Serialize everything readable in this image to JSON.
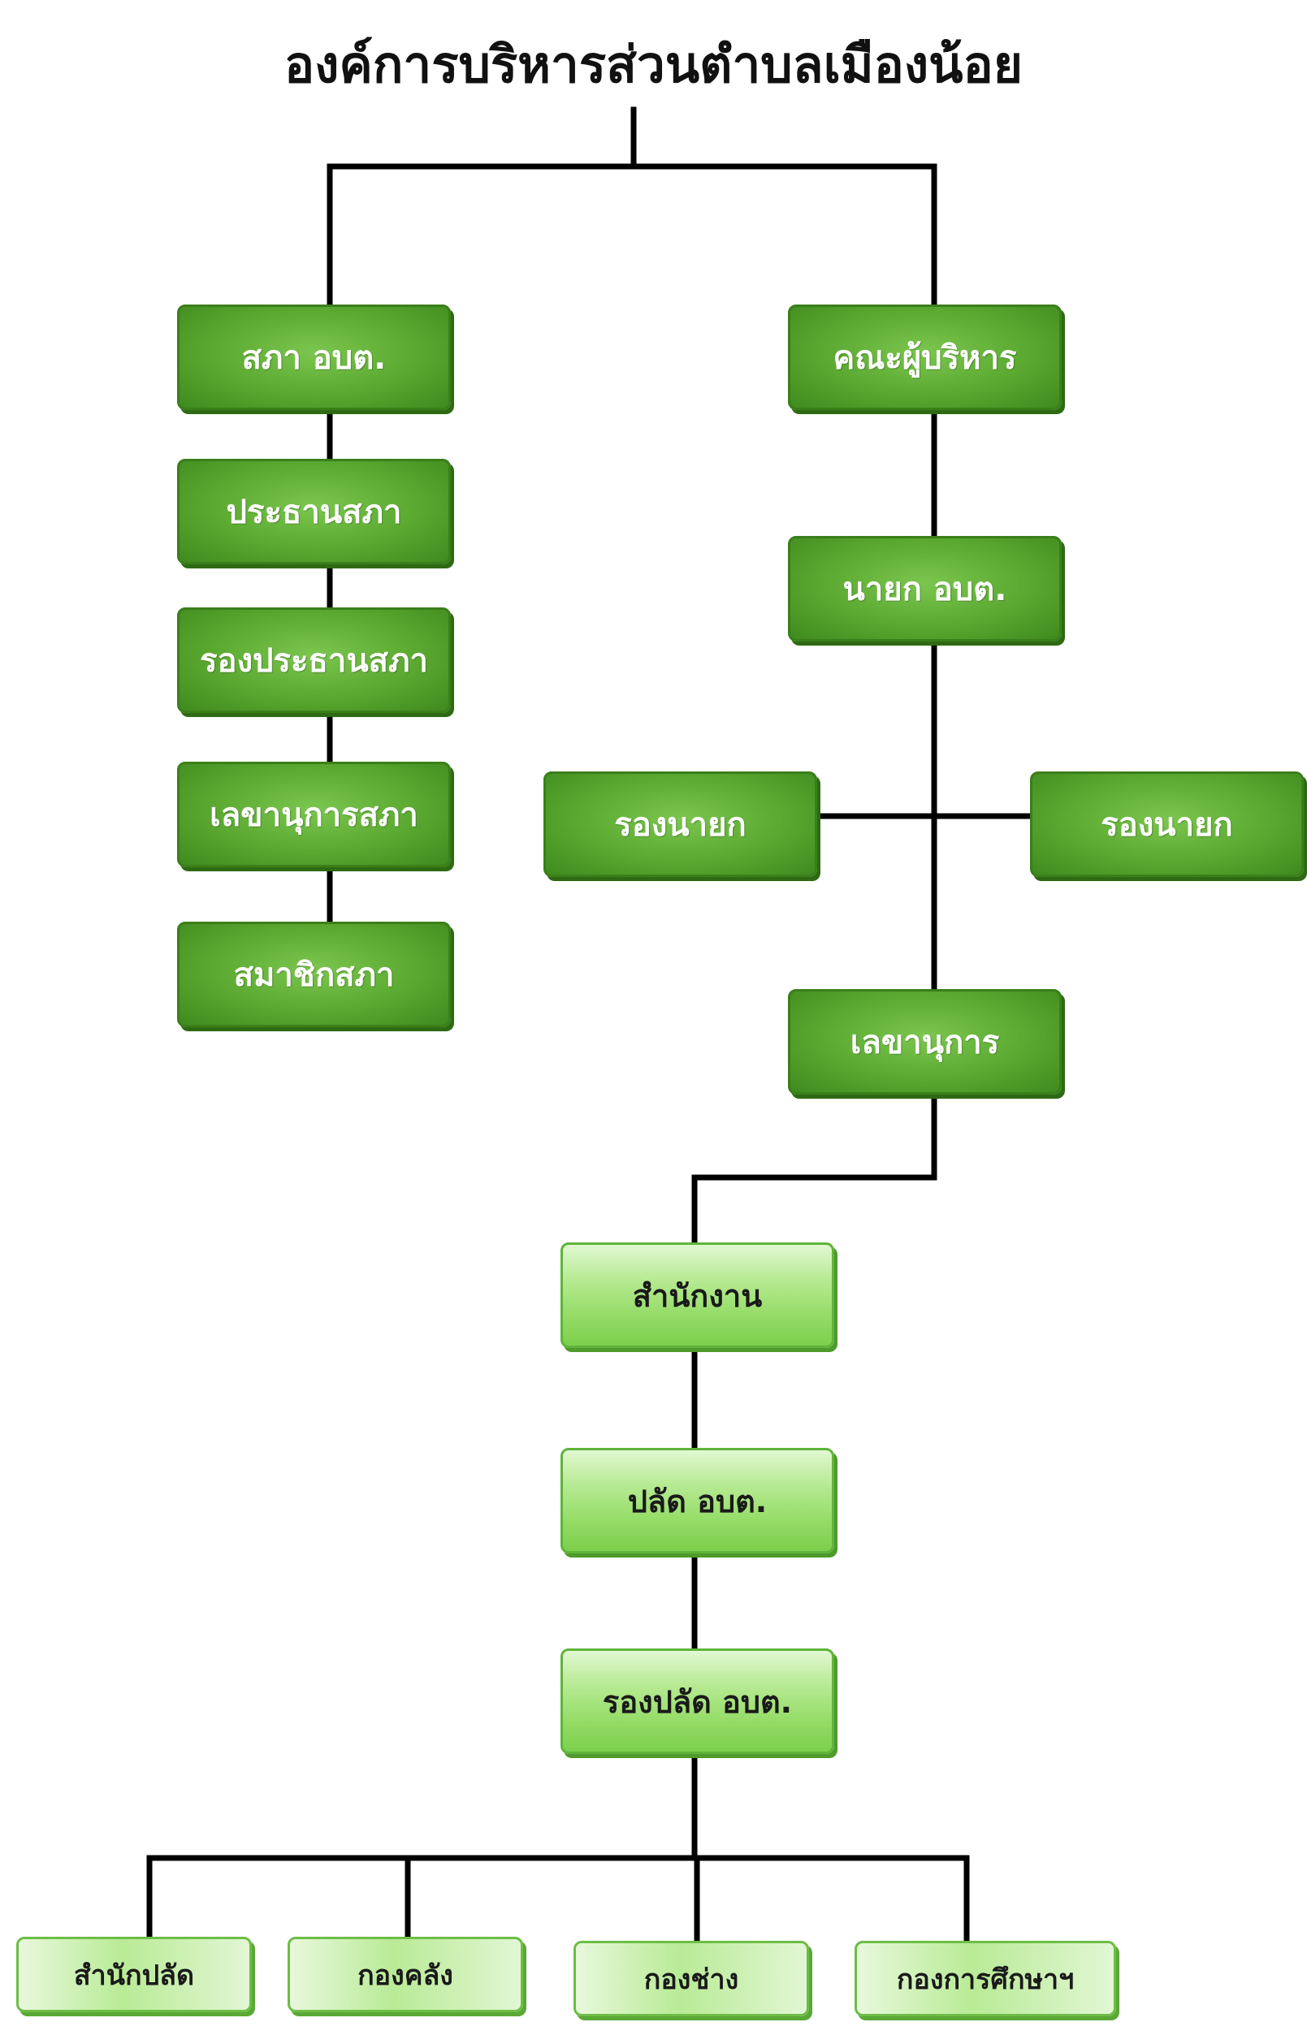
{
  "title": "องค์การบริหารส่วนตำบลเมืองน้อย",
  "council": {
    "head": "สภา อบต.",
    "chairman": "ประธานสภา",
    "vice_chairman": "รองประธานสภา",
    "secretary": "เลขานุการสภา",
    "members": "สมาชิกสภา"
  },
  "executive": {
    "head": "คณะผู้บริหาร",
    "mayor": "นายก อบต.",
    "deputy_left": "รองนายก",
    "deputy_right": "รองนายก",
    "secretary": "เลขานุการ"
  },
  "administration": {
    "office": "สำนักงาน",
    "clerk": "ปลัด อบต.",
    "deputy_clerk": "รองปลัด อบต."
  },
  "departments": [
    {
      "label": "สำนักปลัด"
    },
    {
      "label": "กองคลัง"
    },
    {
      "label": "กองช่าง"
    },
    {
      "label": "กองการศึกษาฯ"
    }
  ]
}
